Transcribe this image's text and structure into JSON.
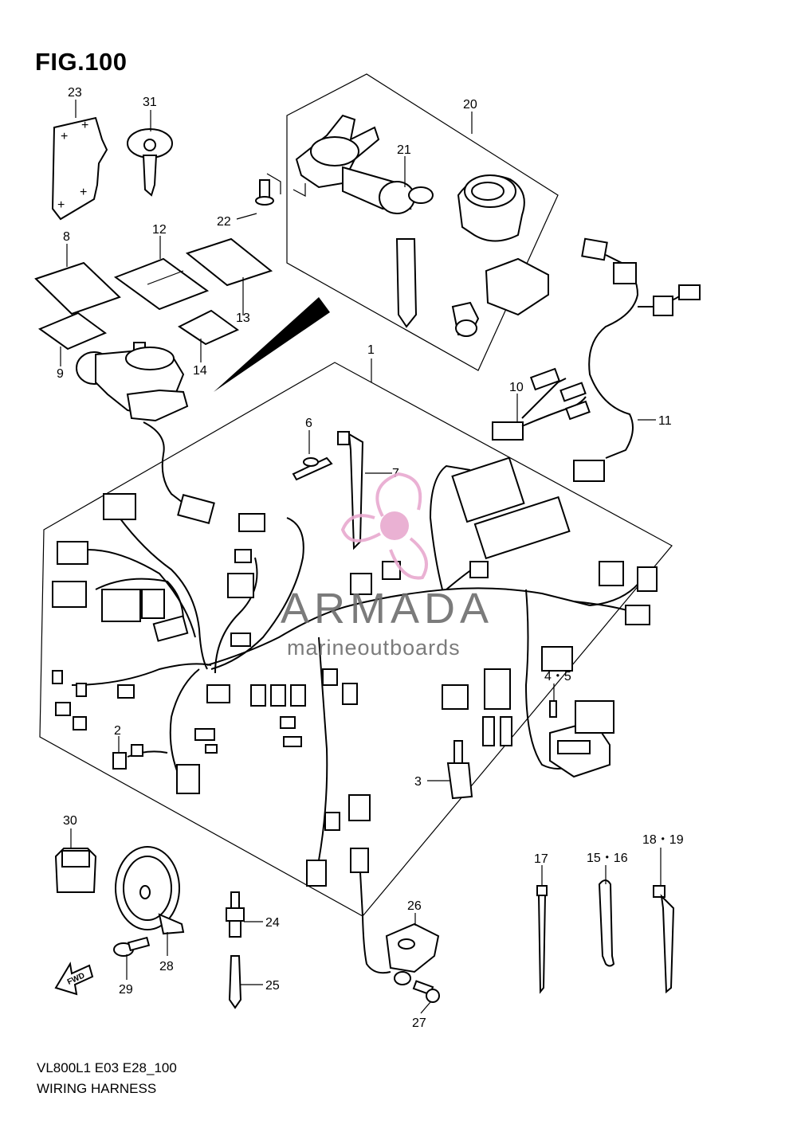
{
  "figure": {
    "title": "FIG.100",
    "model_code": "VL800L1 E03 E28_100",
    "caption": "WIRING HARNESS"
  },
  "watermark": {
    "brand": "ARMADA",
    "tagline": "marineoutboards",
    "accent_color": "#e8a9cf",
    "brand_color": "#6d6d6d"
  },
  "fwd_label": "FWD",
  "callouts": {
    "c1": "1",
    "c2": "2",
    "c3": "3",
    "c4_5": "4・5",
    "c6": "6",
    "c7": "7",
    "c8": "8",
    "c9": "9",
    "c10": "10",
    "c11": "11",
    "c12": "12",
    "c13": "13",
    "c14": "14",
    "c15_16": "15・16",
    "c17": "17",
    "c18_19": "18・19",
    "c20": "20",
    "c21": "21",
    "c22": "22",
    "c23": "23",
    "c24": "24",
    "c25": "25",
    "c26": "26",
    "c27": "27",
    "c28": "28",
    "c29": "29",
    "c30": "30",
    "c31": "31"
  }
}
